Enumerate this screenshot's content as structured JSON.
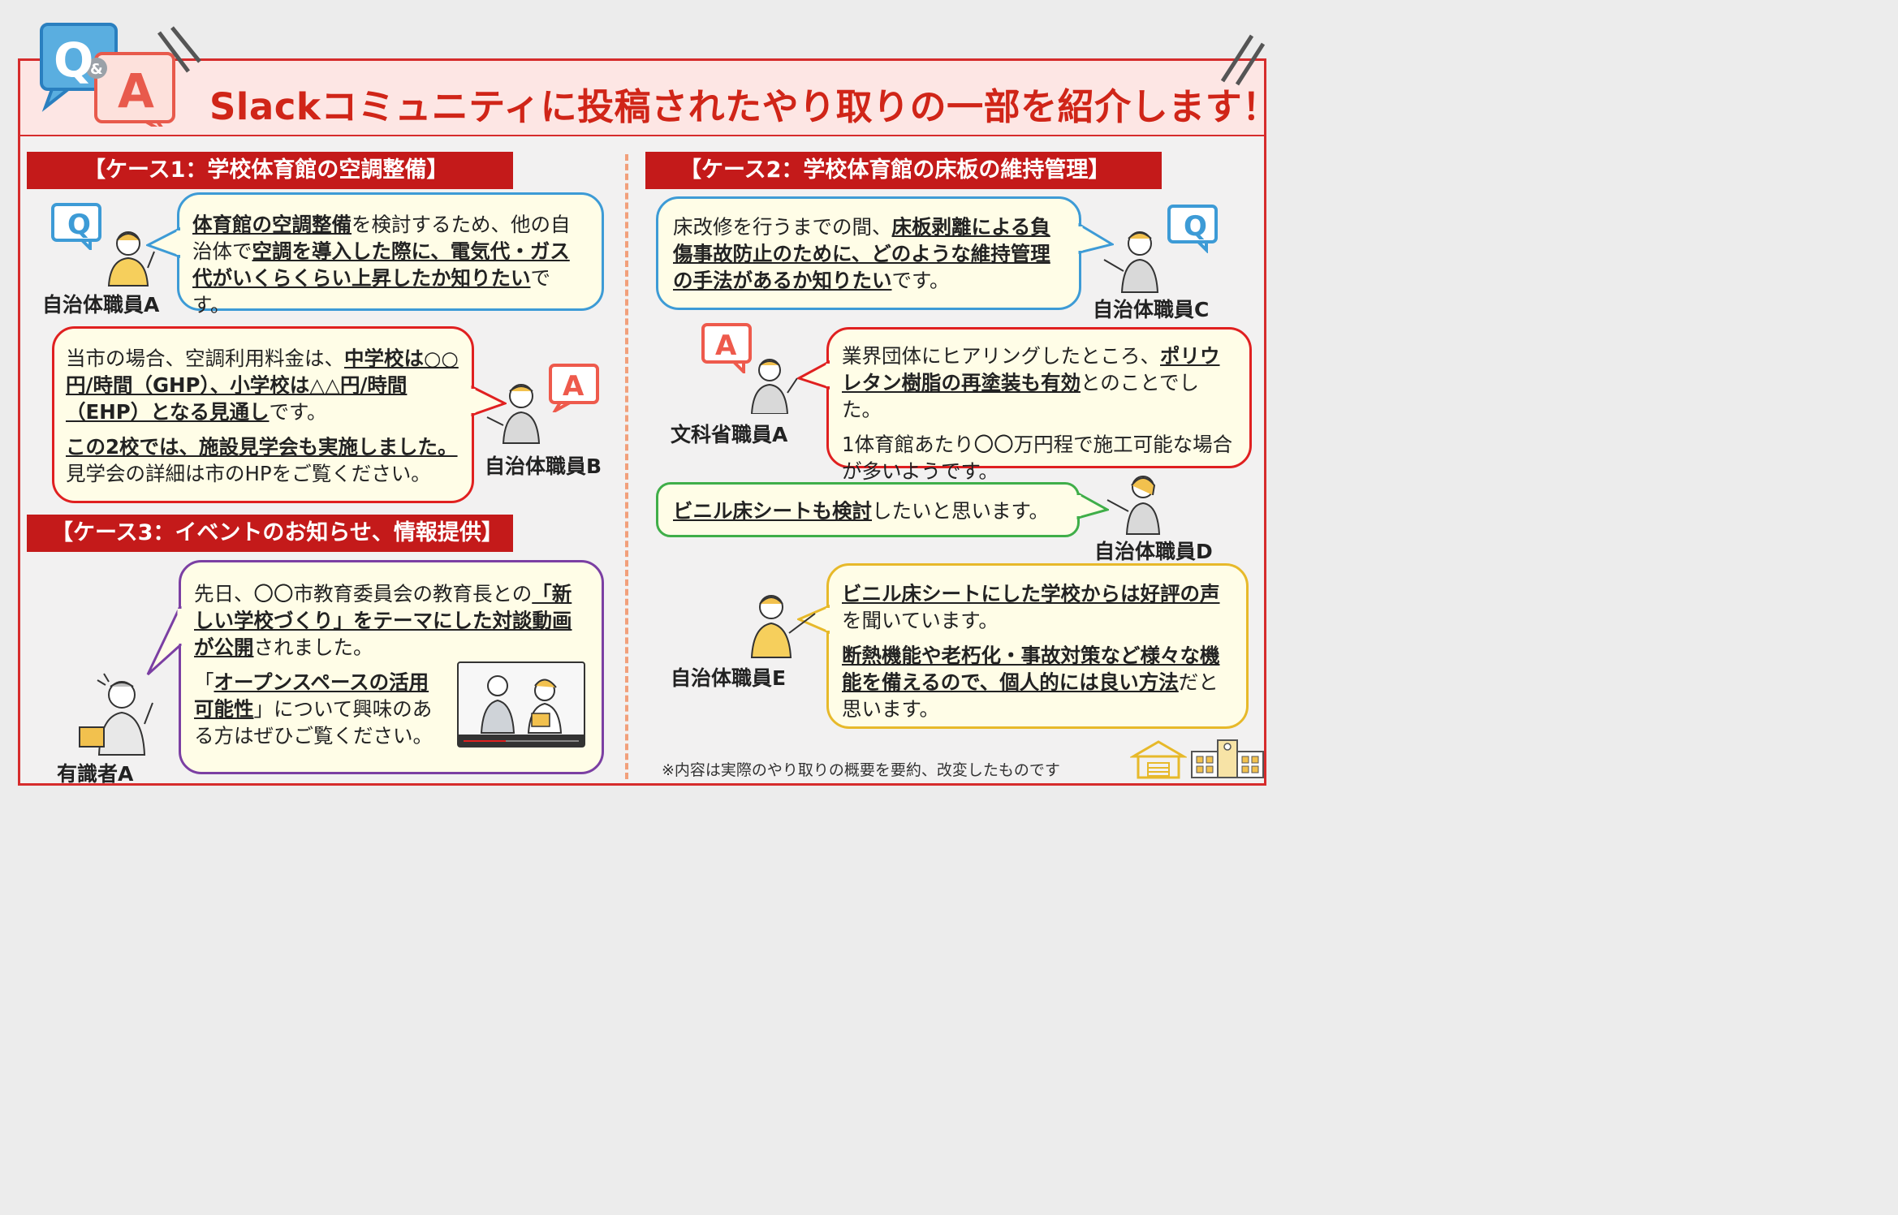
{
  "title": "Slackコミュニティに投稿されたやり取りの一部を紹介します！",
  "logo": {
    "q": "Q",
    "amp": "&",
    "a": "A"
  },
  "case1": {
    "heading": "【ケース1：学校体育館の空調整備】",
    "question": {
      "parts": [
        {
          "text": "体育館の空調整備",
          "u": true
        },
        {
          "text": "を検討するため、他の自治体で",
          "u": false
        },
        {
          "text": "空調を導入した際に、電気代・ガス代がいくらくらい上昇したか知りたい",
          "u": true
        },
        {
          "text": "です。",
          "u": false
        }
      ],
      "person": "自治体職員A",
      "badge": "Q"
    },
    "answer": {
      "p1": [
        {
          "text": "当市の場合、空調利用料金は、",
          "u": false
        },
        {
          "text": "中学校は○○円/時間（GHP）、小学校は△△円/時間（EHP）となる見通し",
          "u": true
        },
        {
          "text": "です。",
          "u": false
        }
      ],
      "p2": [
        {
          "text": "この2校では、施設見学会も実施しました。",
          "u": true
        },
        {
          "text": "見学会の詳細は市のHPをご覧ください。",
          "u": false
        }
      ],
      "person": "自治体職員B",
      "badge": "A"
    }
  },
  "case2": {
    "heading": "【ケース2：学校体育館の床板の維持管理】",
    "question": {
      "parts": [
        {
          "text": "床改修を行うまでの間、",
          "u": false
        },
        {
          "text": "床板剥離による負傷事故防止のために、どのような維持管理の手法があるか知りたい",
          "u": true
        },
        {
          "text": "です。",
          "u": false
        }
      ],
      "person": "自治体職員C",
      "badge": "Q"
    },
    "answer": {
      "p1": [
        {
          "text": "業界団体にヒアリングしたところ、",
          "u": false
        },
        {
          "text": "ポリウレタン樹脂の再塗装も有効",
          "u": true
        },
        {
          "text": "とのことでした。",
          "u": false
        }
      ],
      "p2": [
        {
          "text": "1体育館あたり〇〇万円程で施工可能な場合が多いようです。",
          "u": false
        }
      ],
      "person": "文科省職員A",
      "badge": "A"
    },
    "reply_d": {
      "parts": [
        {
          "text": "ビニル床シートも検討",
          "u": true
        },
        {
          "text": "したいと思います。",
          "u": false
        }
      ],
      "person": "自治体職員D"
    },
    "reply_e": {
      "p1": [
        {
          "text": "ビニル床シートにした学校からは好評の声",
          "u": true
        },
        {
          "text": "を聞いています。",
          "u": false
        }
      ],
      "p2": [
        {
          "text": "断熱機能や老朽化・事故対策など様々な機能を備えるので、個人的には良い方法",
          "u": true
        },
        {
          "text": "だと思います。",
          "u": false
        }
      ],
      "person": "自治体職員E"
    }
  },
  "case3": {
    "heading": "【ケース3：イベントのお知らせ、情報提供】",
    "bubble": {
      "p1": [
        {
          "text": "先日、〇〇市教育委員会の教育長との",
          "u": false
        },
        {
          "text": "「新しい学校づくり」をテーマにした対談動画が公開",
          "u": true
        },
        {
          "text": "されました。",
          "u": false
        }
      ],
      "p2": [
        {
          "text": "「",
          "u": false
        },
        {
          "text": "オープンスペースの活用可能性",
          "u": true
        },
        {
          "text": "」について興味のある方はぜひご覧ください。",
          "u": false
        }
      ]
    },
    "person": "有識者A"
  },
  "footnote": "※内容は実際のやり取りの概要を要約、改変したものです",
  "colors": {
    "frame": "#d62c2c",
    "title_text": "#d02518",
    "heading_bg": "#c41a1a",
    "bubble_bg": "#fffde7",
    "blue_border": "#3d9bd6",
    "red_border": "#e02020",
    "green_border": "#3fae49",
    "yellow_border": "#e7b92a",
    "purple_border": "#7b3fa3",
    "q_badge": "#3d9bd6",
    "a_badge": "#ee5a4c"
  },
  "icons": [
    "q-speech-icon",
    "a-speech-icon",
    "person-illustration",
    "video-thumbnail",
    "house-icon",
    "school-building-icon"
  ]
}
